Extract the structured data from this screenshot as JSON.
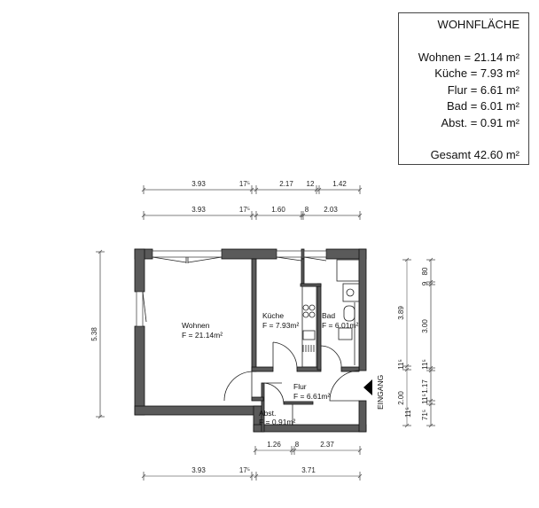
{
  "summary": {
    "title": "WOHNFLÄCHE",
    "rows": [
      "Wohnen = 21.14 m²",
      "Küche = 7.93 m²",
      "Flur = 6.61 m²",
      "Bad = 6.01 m²",
      "Abst. = 0.91 m²"
    ],
    "total": "Gesamt 42.60 m²"
  },
  "rooms": {
    "wohnen": {
      "name": "Wohnen",
      "area": "F = 21.14m²"
    },
    "kueche": {
      "name": "Küche",
      "area": "F = 7.93m²"
    },
    "bad": {
      "name": "Bad",
      "area": "F = 6.01m²"
    },
    "flur": {
      "name": "Flur",
      "area": "F = 6.61m²"
    },
    "abst": {
      "name": "Abst.",
      "area": "F = 0.91m²"
    }
  },
  "entrance_label": "EINGANG",
  "dimensions": {
    "top1": [
      "3.93",
      "17⁵",
      "2.17",
      "12",
      "1.42"
    ],
    "top2": [
      "3.93",
      "17⁵",
      "1.60",
      "8",
      "2.03"
    ],
    "left": [
      "5.38"
    ],
    "right1": [
      "3.89",
      "11⁵",
      "2.00",
      "11⁵"
    ],
    "right2": [
      "80",
      "9",
      "3.00",
      "11⁵",
      "1.17",
      "11⁵",
      "71⁵"
    ],
    "bottom1": [
      "1.26",
      "8",
      "2.37"
    ],
    "bottom2": [
      "3.93",
      "17⁵",
      "3.71"
    ]
  }
}
